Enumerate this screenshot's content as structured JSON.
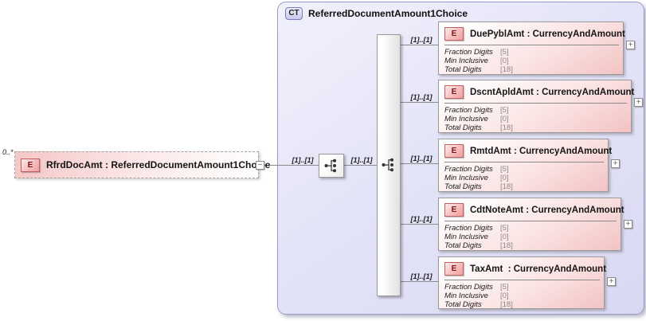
{
  "root": {
    "cardinality": "0..*",
    "badge": "E",
    "label": "RfrdDocAmt : ReferredDocumentAmount1Choice",
    "collapse_glyph": "−"
  },
  "complex_type": {
    "badge": "CT",
    "title": "ReferredDocumentAmount1Choice"
  },
  "connectors": {
    "root_to_choice": "[1]..[1]",
    "choice_to_group": "[1]..[1]"
  },
  "glyphs": {
    "expand": "+"
  },
  "elements": [
    {
      "badge": "E",
      "label": "DuePyblAmt : CurrencyAndAmount",
      "cardinality": "[1]..[1]",
      "facets": [
        {
          "name": "Fraction Digits",
          "value": "[5]"
        },
        {
          "name": "Min Inclusive",
          "value": "[0]"
        },
        {
          "name": "Total Digits",
          "value": "[18]"
        }
      ]
    },
    {
      "badge": "E",
      "label": "DscntApldAmt : CurrencyAndAmount",
      "cardinality": "[1]..[1]",
      "facets": [
        {
          "name": "Fraction Digits",
          "value": "[5]"
        },
        {
          "name": "Min Inclusive",
          "value": "[0]"
        },
        {
          "name": "Total Digits",
          "value": "[18]"
        }
      ]
    },
    {
      "badge": "E",
      "label": "RmtdAmt : CurrencyAndAmount",
      "cardinality": "[1]..[1]",
      "facets": [
        {
          "name": "Fraction Digits",
          "value": "[5]"
        },
        {
          "name": "Min Inclusive",
          "value": "[0]"
        },
        {
          "name": "Total Digits",
          "value": "[18]"
        }
      ]
    },
    {
      "badge": "E",
      "label": "CdtNoteAmt : CurrencyAndAmount",
      "cardinality": "[1]..[1]",
      "facets": [
        {
          "name": "Fraction Digits",
          "value": "[5]"
        },
        {
          "name": "Min Inclusive",
          "value": "[0]"
        },
        {
          "name": "Total Digits",
          "value": "[18]"
        }
      ]
    },
    {
      "badge": "E",
      "label": "TaxAmt  : CurrencyAndAmount",
      "cardinality": "[1]..[1]",
      "facets": [
        {
          "name": "Fraction Digits",
          "value": "[5]"
        },
        {
          "name": "Min Inclusive",
          "value": "[0]"
        },
        {
          "name": "Total Digits",
          "value": "[18]"
        }
      ]
    }
  ],
  "colors": {
    "container_fill": "#e4e4f8",
    "container_border": "#9a9ac8",
    "element_fill": "#f2c3c3",
    "element_badge_border": "#c06060",
    "connector": "#8c8c8c"
  }
}
